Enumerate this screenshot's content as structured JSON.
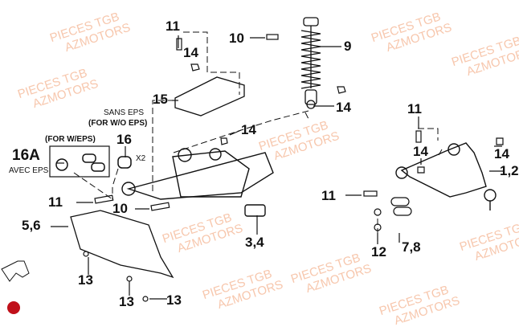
{
  "watermark": {
    "line1": "PIECES TGB",
    "line2": "AZMOTORS"
  },
  "labels": {
    "l11a": "11",
    "l14a": "14",
    "l10a": "10",
    "l9": "9",
    "l15": "15",
    "l14b": "14",
    "l14c": "14",
    "l16": "16",
    "l16A": "16A",
    "l11b": "11",
    "l10b": "10",
    "l56": "5,6",
    "l34": "3,4",
    "l13a": "13",
    "l13b": "13",
    "l13c": "13",
    "l11c": "11",
    "l14d": "14",
    "l14e": "14",
    "l12r": "1,2",
    "l11d": "11",
    "l12": "12",
    "l78": "7,8"
  },
  "notes": {
    "sans_eps": "SANS EPS",
    "for_wo_eps": "(FOR W/O EPS)",
    "for_w_eps": "(FOR W/EPS)",
    "avec_eps": "AVEC EPS",
    "x2": "X2"
  }
}
